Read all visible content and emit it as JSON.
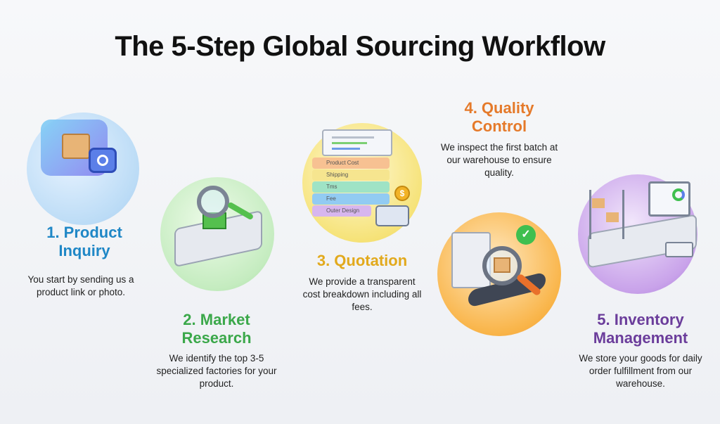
{
  "title": "The 5-Step Global Sourcing Workflow",
  "steps": [
    {
      "heading": "1. Product Inquiry",
      "line1": "1. Product",
      "line2": "Inquiry",
      "description": "You start by sending us a product link or photo.",
      "color": "#1f87c6",
      "icon": "chat-box-camera-icon"
    },
    {
      "heading": "2. Market Research",
      "line1": "2. Market",
      "line2": "Research",
      "description": "We identify the top 3-5 specialized factories for your product.",
      "color": "#3ba84a",
      "icon": "factory-magnifier-icon"
    },
    {
      "heading": "3. Quotation",
      "line1": "3. Quotation",
      "line2": "",
      "description": "We provide a transparent cost breakdown including all fees.",
      "color": "#e2a91c",
      "icon": "document-layers-calculator-icon",
      "layers": [
        "Product Cost",
        "Shipping",
        "Tms",
        "Fee",
        "Outer Design"
      ]
    },
    {
      "heading": "4. Quality Control",
      "line1": "4. Quality",
      "line2": "Control",
      "description": "We inspect the first batch at our warehouse to ensure quality.",
      "color": "#e57a2a",
      "icon": "conveyor-magnifier-check-icon"
    },
    {
      "heading": "5. Inventory Management",
      "line1": "5. Inventory",
      "line2": "Management",
      "description": "We store your goods for daily order fulfillment from our warehouse.",
      "color": "#6b3d9b",
      "icon": "warehouse-robot-truck-icon"
    }
  ]
}
